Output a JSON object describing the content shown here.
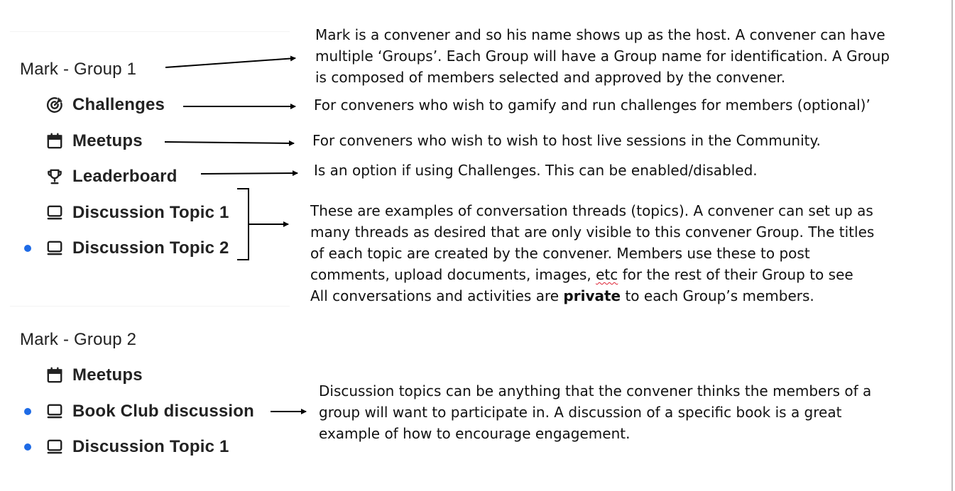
{
  "groups": [
    {
      "title": "Mark - Group 1",
      "items": [
        {
          "icon": "target-icon",
          "label": "Challenges"
        },
        {
          "icon": "calendar-icon",
          "label": "Meetups"
        },
        {
          "icon": "trophy-icon",
          "label": "Leaderboard"
        },
        {
          "icon": "monitor-icon",
          "label": "Discussion Topic 1"
        },
        {
          "icon": "monitor-icon",
          "label": "Discussion Topic 2",
          "unread": true
        }
      ]
    },
    {
      "title": "Mark - Group 2",
      "items": [
        {
          "icon": "calendar-icon",
          "label": "Meetups"
        },
        {
          "icon": "monitor-icon",
          "label": "Book Club discussion",
          "unread": true
        },
        {
          "icon": "monitor-icon",
          "label": "Discussion Topic 1",
          "unread": true
        }
      ]
    }
  ],
  "notes": {
    "group": [
      "Mark is a convener and so his name shows up as the host.  A convener can have",
      "multiple ‘Groups’.  Each Group will have a Group name for identification. A Group",
      "is composed of members selected and approved by the convener."
    ],
    "challenges": "For conveners who wish to gamify and run challenges for members (optional)’",
    "meetups": "For conveners who wish to wish to host live sessions in the Community.",
    "leaderboard": "Is an option if using Challenges.  This can be enabled/disabled.",
    "topics": [
      "These are examples of conversation threads (topics).  A convener can set up as",
      "many threads as desired that are only visible to this convener Group. The titles",
      "of each topic are created by the convener. Members use these to post",
      "comments, upload documents, images, etc for the rest of their Group to see"
    ],
    "topics_last": {
      "before": "All conversations and activities are ",
      "bold": "private",
      "after": " to each Group’s members."
    },
    "book": [
      "Discussion topics can be anything that the convener thinks the members of a",
      "group will want to participate in.  A discussion of a specific book is a great",
      "example of how to encourage engagement."
    ]
  },
  "colors": {
    "unread_dot": "#1e6be6",
    "text": "#222222",
    "arrow": "#000000"
  }
}
